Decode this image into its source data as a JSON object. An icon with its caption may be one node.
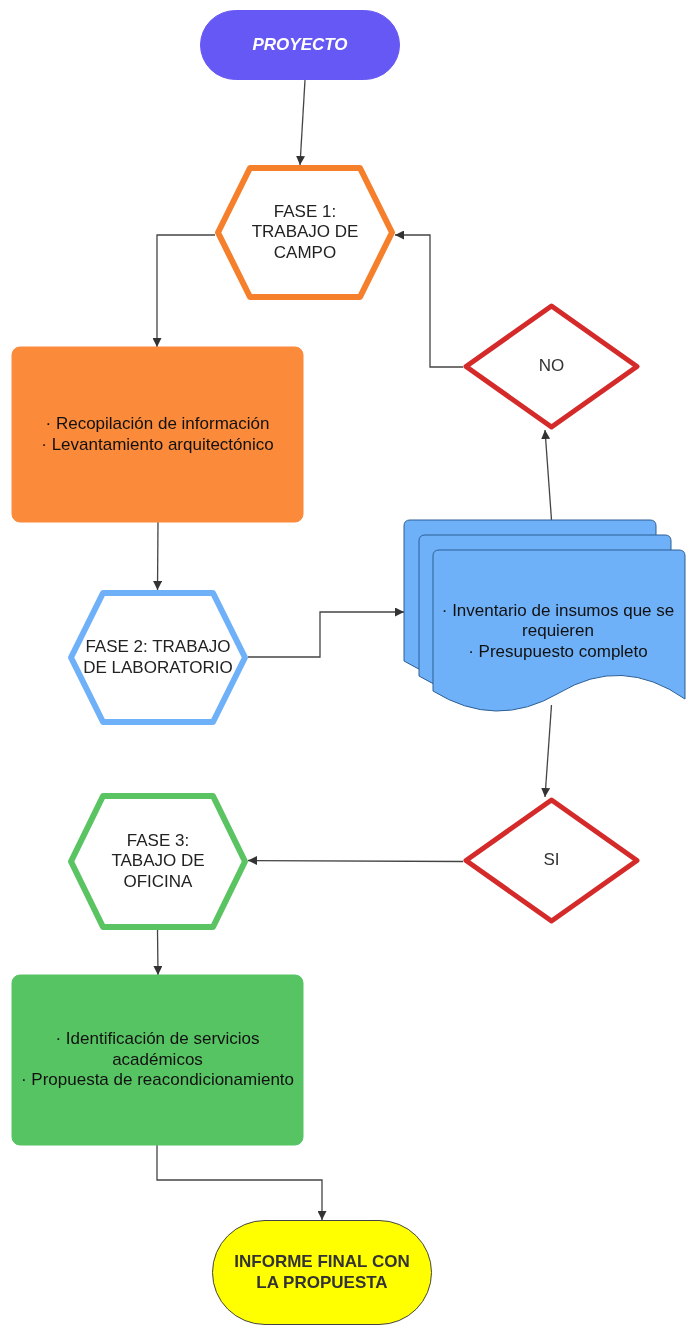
{
  "diagram": {
    "nodes": [
      {
        "text": [
          "PROYECTO"
        ]
      },
      {
        "text": [
          "FASE 1: TRABAJO DE CAMPO"
        ]
      },
      {
        "text": [
          "· Recopilación de información",
          "· Levantamiento arquitectónico"
        ]
      },
      {
        "text": [
          "NO"
        ]
      },
      {
        "text": [
          "FASE 2: TRABAJO DE LABORATORIO"
        ]
      },
      {
        "text": [
          "· Inventario de insumos que se requieren",
          "· Presupuesto completo"
        ]
      },
      {
        "text": [
          "SI"
        ]
      },
      {
        "text": [
          "FASE 3: TABAJO DE OFICINA"
        ]
      },
      {
        "text": [
          "· Identificación de servicios académicos",
          "· Propuesta de reacondicionamiento"
        ]
      },
      {
        "text": [
          "INFORME FINAL CON LA PROPUESTA"
        ]
      }
    ],
    "edges": [
      {
        "from": 0,
        "to": 1,
        "arrow": "to"
      },
      {
        "from": 1,
        "to": 2,
        "arrow": "to"
      },
      {
        "from": 2,
        "to": 4,
        "arrow": "to"
      },
      {
        "from": 4,
        "to": 5,
        "arrow": "to"
      },
      {
        "from": 5,
        "to": 3,
        "arrow": "to"
      },
      {
        "from": 3,
        "to": 1,
        "arrow": "to"
      },
      {
        "from": 5,
        "to": 6,
        "arrow": "to"
      },
      {
        "from": 6,
        "to": 7,
        "arrow": "to"
      },
      {
        "from": 7,
        "to": 8,
        "arrow": "to"
      },
      {
        "from": 8,
        "to": 9,
        "arrow": "to"
      }
    ]
  }
}
